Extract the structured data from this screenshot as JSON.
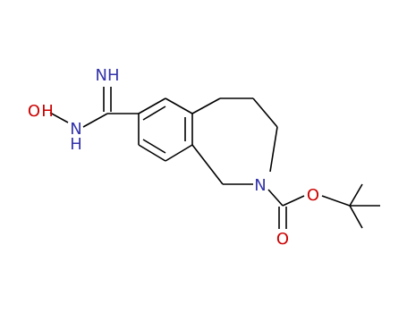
{
  "molecule": {
    "colors": {
      "bond": "#000000",
      "nitrogen": "#3333aa",
      "oxygen": "#cc0000"
    },
    "labels": {
      "imine_nh": "NH",
      "hydroxyl_o": "O",
      "hydroxyl_h": "H",
      "amidine_n": "N",
      "amidine_h": "H",
      "ring_n": "N",
      "carbonyl_o": "O",
      "ester_o": "O"
    }
  }
}
